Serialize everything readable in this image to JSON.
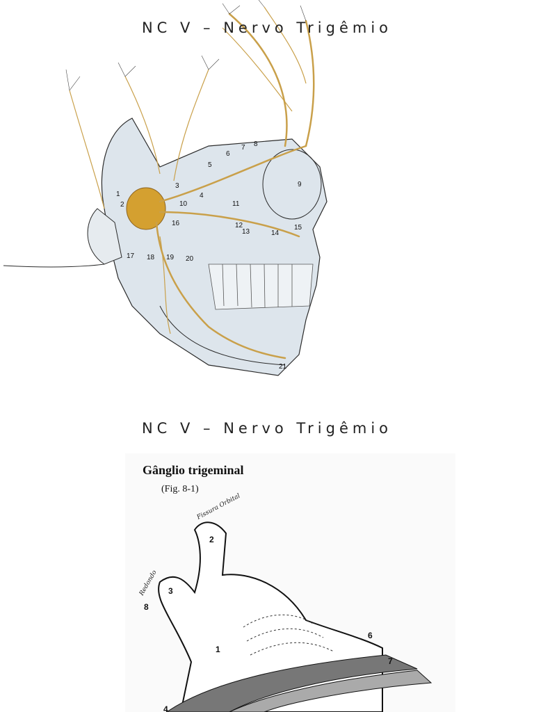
{
  "slides": [
    {
      "title": "NC V – Nervo Trigêmio",
      "labels": [
        "1",
        "2",
        "3",
        "4",
        "5",
        "6",
        "7",
        "8",
        "9",
        "10",
        "11",
        "12",
        "13",
        "14",
        "15",
        "16",
        "17",
        "18",
        "19",
        "20",
        "21"
      ]
    },
    {
      "title": "NC V – Nervo Trigêmio",
      "figure_heading": "Gânglio trigeminal",
      "figure_ref": "(Fig. 8-1)",
      "handwritten_notes": [
        "Fissura Orbital",
        "Redondo"
      ],
      "labels": [
        "1",
        "2",
        "3",
        "4",
        "6",
        "7",
        "8"
      ]
    }
  ],
  "colors": {
    "nerve": "#c9a04a",
    "skull_fill": "#dde5ec",
    "outline": "#2a2a2a",
    "ganglion": "#d4a030"
  }
}
